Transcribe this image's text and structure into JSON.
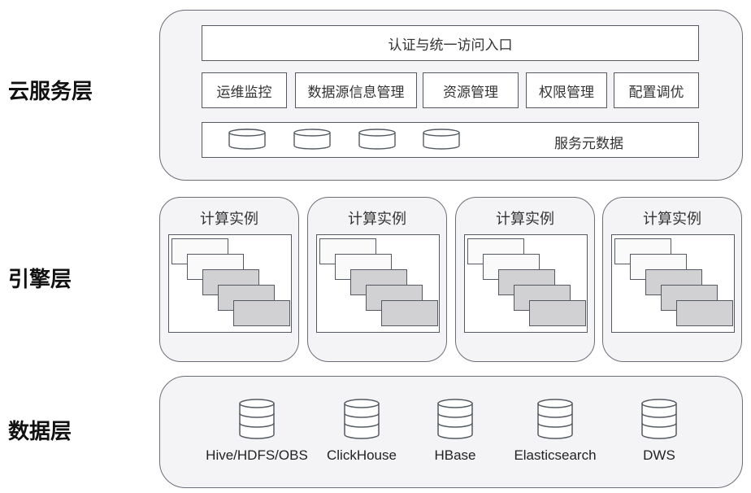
{
  "layers": {
    "cloud": "云服务层",
    "engine": "引擎层",
    "data": "数据层"
  },
  "cloud": {
    "auth": "认证与统一访问入口",
    "modules": [
      "运维监控",
      "数据源信息管理",
      "资源管理",
      "权限管理",
      "配置调优"
    ],
    "metadata": "服务元数据"
  },
  "engine": {
    "instances": [
      "计算实例",
      "计算实例",
      "计算实例",
      "计算实例"
    ]
  },
  "data": {
    "sources": [
      "Hive/HDFS/OBS",
      "ClickHouse",
      "HBase",
      "Elasticsearch",
      "DWS"
    ]
  },
  "colors": {
    "panel_fill": "#f4f4f6",
    "border": "#555a62",
    "card_dark": "#d1d1d4"
  }
}
